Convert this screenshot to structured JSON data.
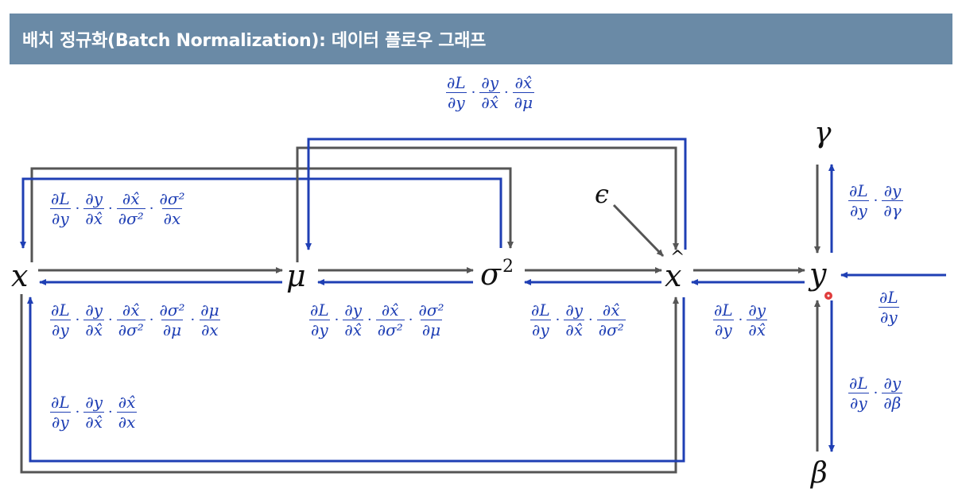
{
  "header": {
    "title": "배치 정규화(Batch Normalization): 데이터 플로우 그래프"
  },
  "nodes": {
    "x": "x",
    "mu": "μ",
    "sigma": "σ",
    "sigma_exp": "2",
    "xhat": "x",
    "y": "y",
    "gamma": "γ",
    "beta": "β",
    "epsilon": "ϵ"
  },
  "colors": {
    "header_bg": "#6a8aa6",
    "gradient_blue": "#1f3fb4",
    "forward_gray": "#555555"
  },
  "gradients": {
    "top": [
      [
        "∂L",
        "∂y"
      ],
      [
        "∂y",
        "∂x̂"
      ],
      [
        "∂x̂",
        "∂μ"
      ]
    ],
    "sigma_to_x": [
      [
        "∂L",
        "∂y"
      ],
      [
        "∂y",
        "∂x̂"
      ],
      [
        "∂x̂",
        "∂σ²"
      ],
      [
        "∂σ²",
        "∂x"
      ]
    ],
    "mu_to_x": [
      [
        "∂L",
        "∂y"
      ],
      [
        "∂y",
        "∂x̂"
      ],
      [
        "∂x̂",
        "∂σ²"
      ],
      [
        "∂σ²",
        "∂μ"
      ],
      [
        "∂μ",
        "∂x"
      ]
    ],
    "sigma_to_mu": [
      [
        "∂L",
        "∂y"
      ],
      [
        "∂y",
        "∂x̂"
      ],
      [
        "∂x̂",
        "∂σ²"
      ],
      [
        "∂σ²",
        "∂μ"
      ]
    ],
    "xhat_to_sigma": [
      [
        "∂L",
        "∂y"
      ],
      [
        "∂y",
        "∂x̂"
      ],
      [
        "∂x̂",
        "∂σ²"
      ]
    ],
    "y_to_xhat": [
      [
        "∂L",
        "∂y"
      ],
      [
        "∂y",
        "∂x̂"
      ]
    ],
    "gamma": [
      [
        "∂L",
        "∂y"
      ],
      [
        "∂y",
        "∂γ"
      ]
    ],
    "beta": [
      [
        "∂L",
        "∂y"
      ],
      [
        "∂y",
        "∂β"
      ]
    ],
    "output": [
      [
        "∂L",
        "∂y"
      ]
    ],
    "xhat_to_x": [
      [
        "∂L",
        "∂y"
      ],
      [
        "∂y",
        "∂x̂"
      ],
      [
        "∂x̂",
        "∂x"
      ]
    ]
  }
}
